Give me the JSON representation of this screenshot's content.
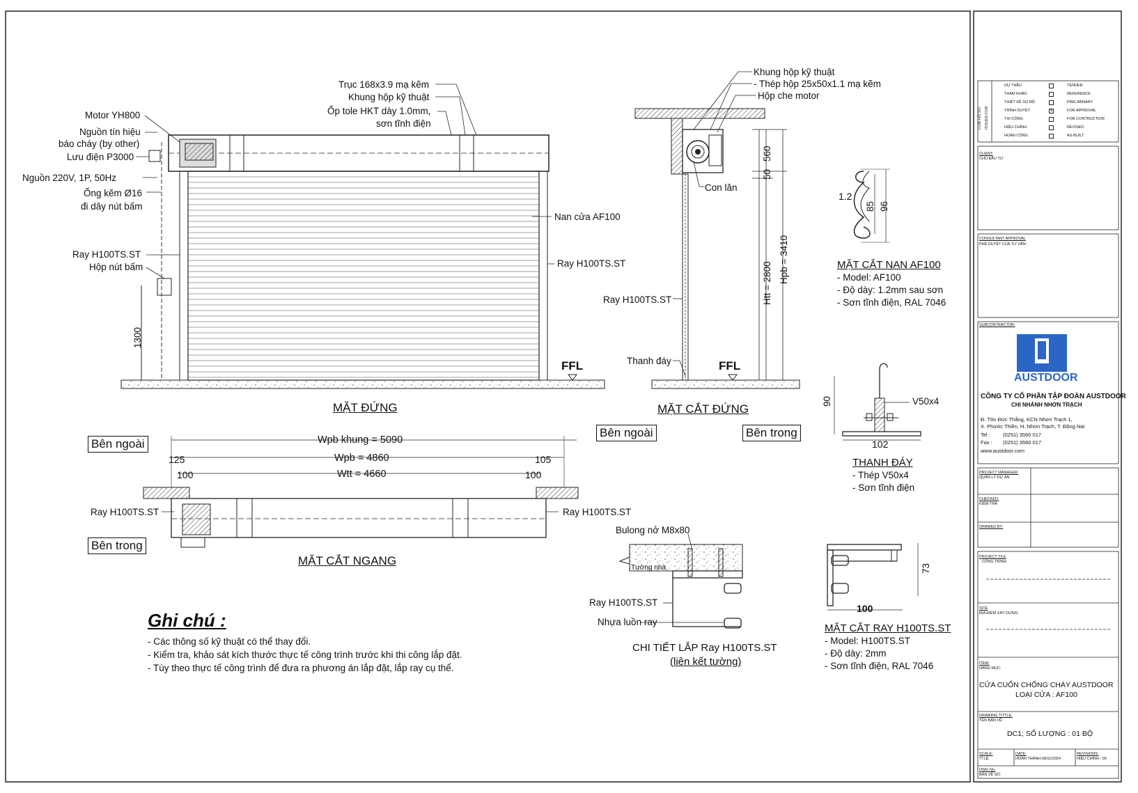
{
  "elevation": {
    "title": "MẶT ĐỨNG",
    "labels": {
      "shaft": "Trục 168x3.9 mạ kẽm",
      "box": "Khung hộp kỹ thuật",
      "cover": "Ốp tole HKT dày 1.0mm,",
      "cover2": "sơn tĩnh điện",
      "motor": "Motor YH800",
      "fire_signal": "Nguồn tín hiệu",
      "fire_signal2": "báo cháy (by other)",
      "ups": "Lưu điện P3000",
      "power": "Nguồn 220V, 1P, 50Hz",
      "conduit": "Ống kẽm Ø16",
      "conduit2": "đi dây nút bấm",
      "rail_left": "Ray H100TS.ST",
      "button_box": "Hộp nút bấm",
      "slat": "Nan cửa AF100",
      "rail_right": "Ray H100TS.ST",
      "height_1300": "1300",
      "ffl": "FFL"
    }
  },
  "section_v": {
    "title": "MẶT CẮT ĐỨNG",
    "labels": {
      "box": "Khung hộp kỹ thuật",
      "steel": "- Thép hộp 25x50x1.1 mạ kẽm",
      "motor_cover": "Hộp che motor",
      "roller": "Con lăn",
      "rail": "Ray H100TS.ST",
      "bottom_bar": "Thanh đáy",
      "ffl": "FFL",
      "dim_560": "560",
      "dim_50": "50",
      "htt": "Htt = 2800",
      "hpb": "Hpb = 3410"
    },
    "outside": "Bên ngoài",
    "inside": "Bên trong"
  },
  "plan": {
    "title": "MẶT CẮT NGANG",
    "outside": "Bên ngoài",
    "inside": "Bên trong",
    "dims": {
      "wpb_frame": "Wpb khung = 5090",
      "wpb": "Wpb = 4860",
      "wtt": "Wtt = 4660",
      "d125": "125",
      "d105": "105",
      "d100l": "100",
      "d100r": "100"
    },
    "rail_left": "Ray H100TS.ST",
    "rail_right": "Ray H100TS.ST"
  },
  "slat_section": {
    "title": "MẶT CẮT NAN AF100",
    "specs": [
      "- Model: AF100",
      "- Độ dày: 1.2mm sau sơn",
      "- Sơn tĩnh điện, RAL 7046"
    ],
    "dim_12": "1.2",
    "dim_85": "85",
    "dim_96": "96"
  },
  "bottom_bar": {
    "title": "THANH ĐÁY",
    "specs": [
      "- Thép V50x4",
      "- Sơn tĩnh điện"
    ],
    "v50": "V50x4",
    "dim_90": "90",
    "dim_102": "102"
  },
  "rail_detail": {
    "title": "CHI TIẾT LẮP Ray H100TS.ST",
    "subtitle": "(liên kết tường)",
    "bolt": "Bulong nở M8x80",
    "wall": "Tường nhà",
    "rail": "Ray H100TS.ST",
    "plastic": "Nhựa luồn ray"
  },
  "rail_section": {
    "title": "MẶT CẮT RAY H100TS.ST",
    "specs": [
      "- Model: H100TS.ST",
      "- Độ dày: 2mm",
      "- Sơn tĩnh điện, RAL 7046"
    ],
    "dim_73": "73",
    "dim_100": "100"
  },
  "notes": {
    "title": "Ghi chú :",
    "items": [
      "- Các thông số kỹ thuật có thể thay đổi.",
      "- Kiểm tra, khảo sát kích thước thực tế công trình trước khi thi công lắp đặt.",
      "- Tùy theo thực tế công trình để đưa ra phương án lắp đặt, lắp ray cụ thể."
    ]
  },
  "title_block": {
    "issued_label": "LOẠI HỒ SƠ",
    "issued_label2": "ISSUED FOR",
    "issue_rows": [
      {
        "vi": "DỰ THẦU",
        "en": "TENDER",
        "checked": false
      },
      {
        "vi": "THAM KHẢO",
        "en": "REFERENCE",
        "checked": false
      },
      {
        "vi": "THIẾT KẾ SƠ BỘ",
        "en": "PRELIMINARY",
        "checked": false
      },
      {
        "vi": "TRÌNH DUYỆT",
        "en": "FOR APPROVAL",
        "checked": true
      },
      {
        "vi": "THI CÔNG",
        "en": "FOR CONTRUCTION",
        "checked": false
      },
      {
        "vi": "HIỆU CHỈNH",
        "en": "REVISED",
        "checked": false
      },
      {
        "vi": "HOÀN CÔNG",
        "en": "AS-BUILT",
        "checked": false
      }
    ],
    "client": "CLIENT",
    "client_vi": "CHỦ ĐẦU TƯ",
    "consultant": "CONSULTANT APPROVAL",
    "consultant_vi": "PHÊ DUYỆT CỦA TƯ VẤN:",
    "subcontractor": "SUBCONTRACTOR:",
    "logo_text": "AUSTDOOR",
    "company": "CÔNG TY CỔ PHẦN TẬP ĐOÀN AUSTDOOR",
    "branch": "CHI NHÁNH NHƠN TRẠCH",
    "address1": "Đ. Tôn Đức Thắng, KCN Nhơn Trạch 1,",
    "address2": "X. Phước Thiền, H. Nhơn Trạch, T. Đồng Nai",
    "tel_label": "Tel :",
    "tel": "(0251)  3560 017",
    "fax_label": "Fax :",
    "fax": "(0251)  3560 017",
    "web": "www.austdoor.com",
    "pm": "PROJECT MANAGER:",
    "pm_vi": "QUẢN LÝ DỰ ÁN",
    "checked_by": "CHECKED:",
    "checked_vi": "KIỂM TRA",
    "drawn": "DRAWED BY:",
    "project": "PROJECT TILE",
    "project_vi": "CÔNG TRÌNH:",
    "site": "SITE",
    "site_vi": "ĐỊA ĐIỂM XÂY DỰNG:",
    "item": "ITEM:",
    "item_vi": "HẠNG MỤC:",
    "item_value1": "CỬA CUỐN CHỐNG CHÁY AUSTDOOR",
    "item_value2": "LOẠI CỬA : AF100",
    "dwg_title": "DRAWING TITTLE:",
    "dwg_title_vi": "TÊN BẢN VẼ:",
    "dwg_value": "DC1; SỐ LƯỢNG : 01 BỘ",
    "scale": "SCALE:",
    "scale_vi": "TỈ LỆ:",
    "date": "DATE:",
    "date_vi": "HOÀN THÀNH:08/11/2024",
    "revision": "REVISIONS:",
    "revision_vi": "HIỆU CHỈNH : 00",
    "dwg_no": "DWG No.",
    "dwg_no_vi": "BẢN VẼ SỐ:"
  }
}
